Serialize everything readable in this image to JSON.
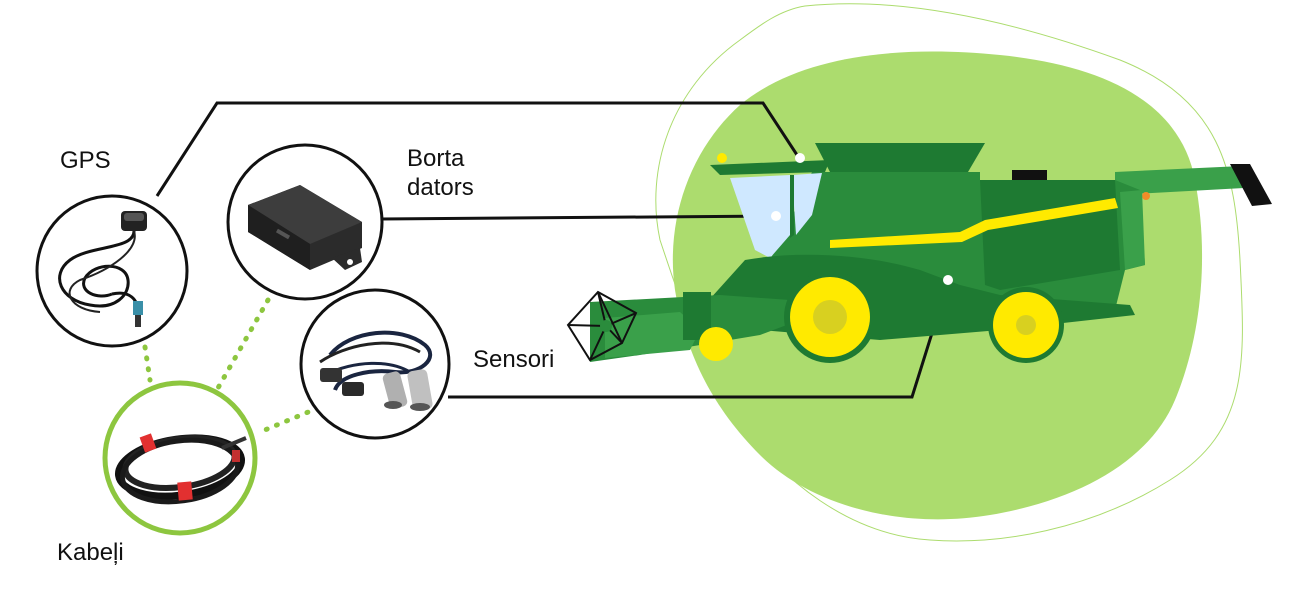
{
  "labels": {
    "gps": "GPS",
    "borta_line1": "Borta",
    "borta_line2": "dators",
    "sensori": "Sensori",
    "kabeli": "Kabeļi"
  },
  "colors": {
    "blob": "#acdc6e",
    "green_dark": "#1e7a32",
    "green_mid": "#2a8c3c",
    "green_light": "#3aa04a",
    "yellow": "#ffea00",
    "glass": "#cfe8ff",
    "black": "#111111",
    "dots": "#8dc63f",
    "ring_green": "#8dc63f",
    "cable_red": "#e23030"
  },
  "icons": {
    "gps": "gps-antenna-icon",
    "computer": "onboard-computer-icon",
    "sensors": "sensor-cables-icon",
    "cables": "cable-coil-icon",
    "harvester": "combine-harvester-icon",
    "sensor_marker": "wireframe-sensor-icon"
  }
}
